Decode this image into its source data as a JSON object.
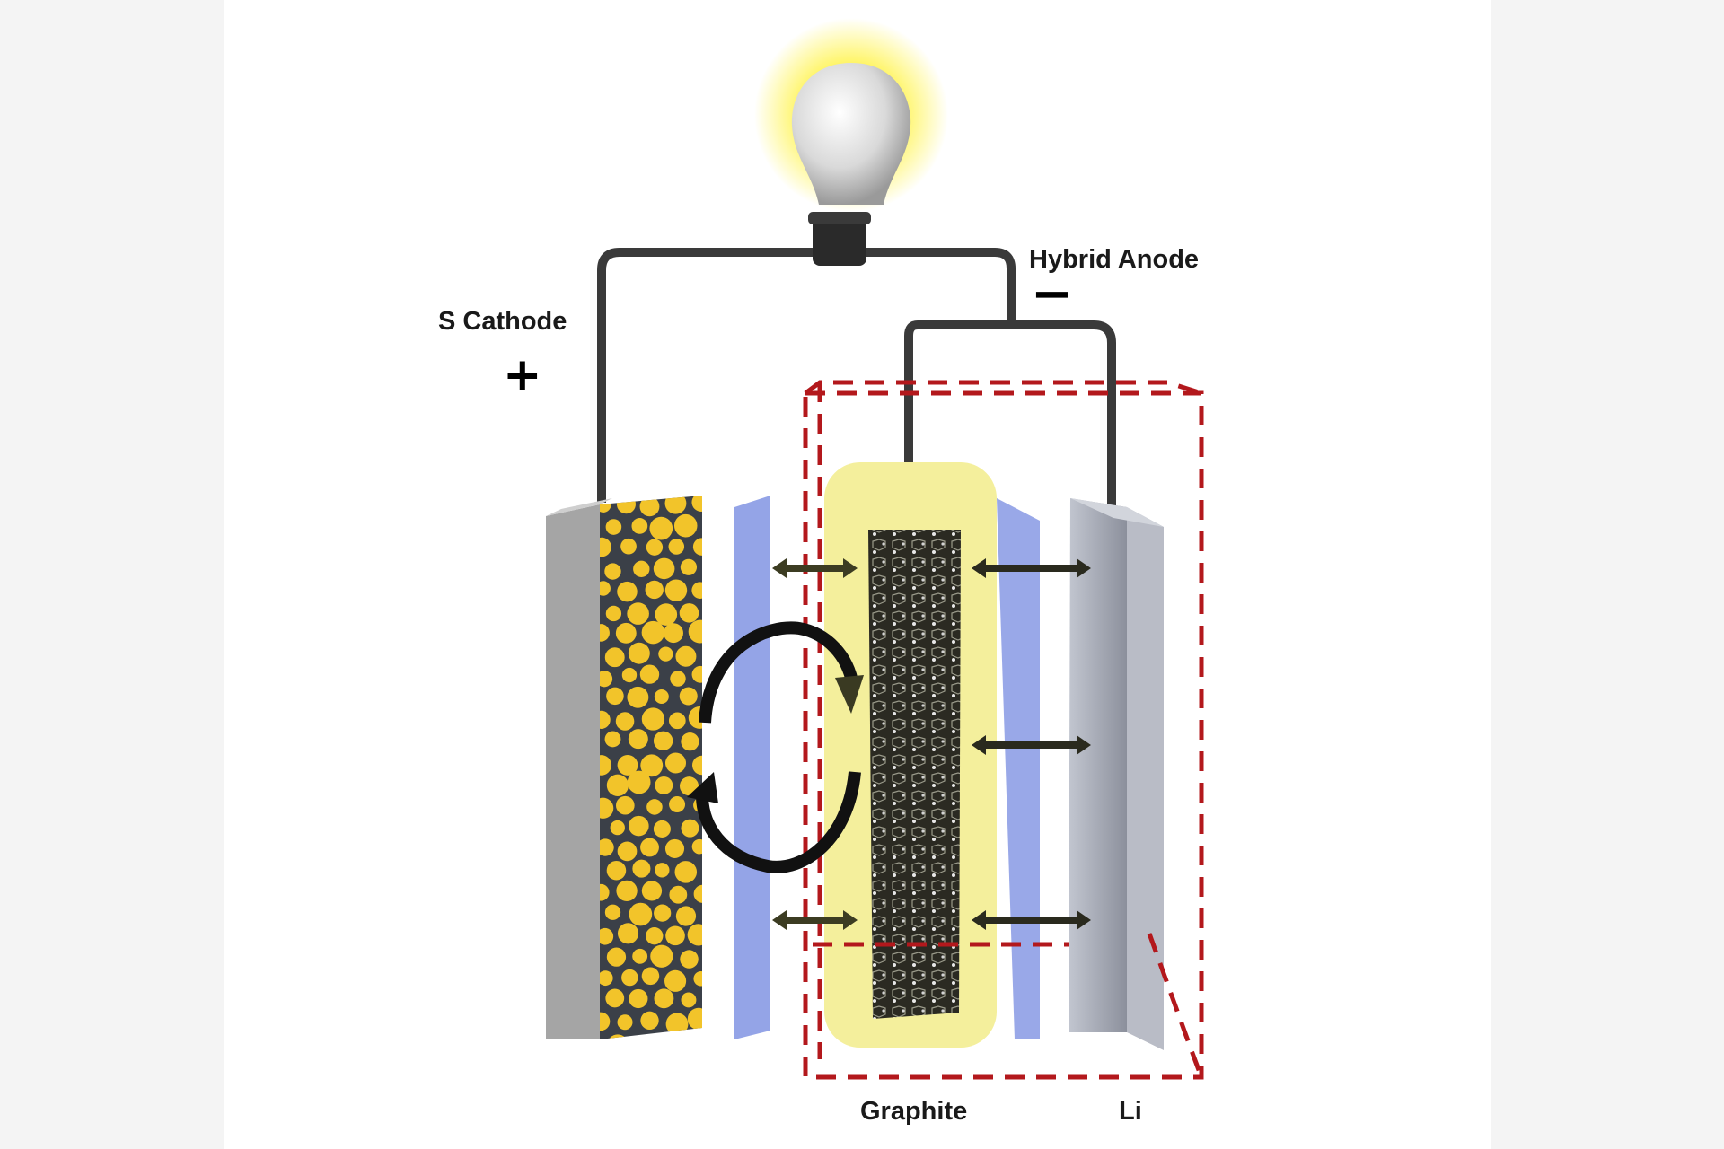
{
  "labels": {
    "cathode": "S Cathode",
    "cathode_sign": "+",
    "anode": "Hybrid Anode",
    "anode_sign": "−",
    "graphite": "Graphite",
    "lithium": "Li"
  },
  "colors": {
    "sulfur_particle": "#f2c42a",
    "graphite_electrolyte": "#f4ef9c",
    "separator": "#8e9fe6",
    "li_plate": "#9ea2ad",
    "dashed_box": "#b3181c",
    "bulb_glow": "#fff23a"
  },
  "icons": [
    "light-bulb-icon",
    "cycle-arrows-icon",
    "double-arrow-icon"
  ]
}
